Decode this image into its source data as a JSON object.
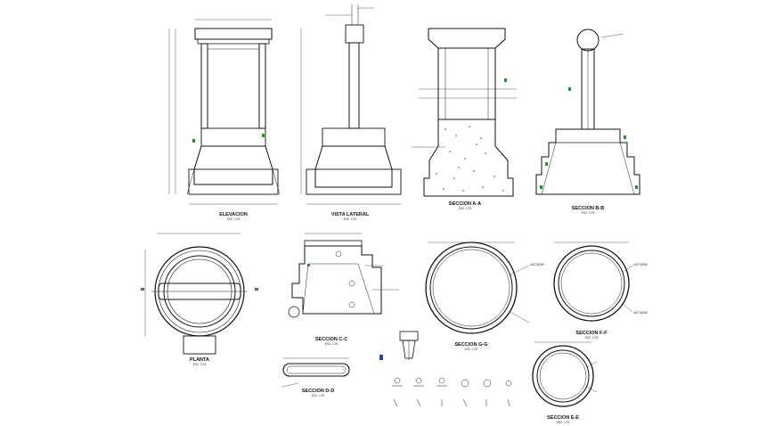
{
  "views": {
    "elevacion": {
      "title": "ELEVACION",
      "scale": "ESC. 1/75"
    },
    "vista_lateral": {
      "title": "VISTA LATERAL",
      "scale": "ESC. 1/75"
    },
    "seccion_aa": {
      "title": "SECCION A-A",
      "scale": "ESC. 1/75"
    },
    "seccion_bb": {
      "title": "SECCION B-B",
      "scale": "ESC. 1/75"
    },
    "planta": {
      "title": "PLANTA",
      "scale": "ESC. 1/75"
    },
    "seccion_cc": {
      "title": "SECCION C-C",
      "scale": "ESC. 1/75"
    },
    "seccion_gg": {
      "title": "SECCION G-G",
      "scale": "ESC. 1/75"
    },
    "seccion_ff": {
      "title": "SECCION F-F",
      "scale": "ESC. 1/75"
    },
    "seccion_dd": {
      "title": "SECCION D-D",
      "scale": "ESC. 1/75"
    },
    "seccion_ee": {
      "title": "SECCION E-E",
      "scale": "ESC. 1/75"
    }
  },
  "notes": {
    "rebar_g": "41/2\"@250",
    "rebar_f": "41/2\"@250",
    "rebar_f2": "41/2\"@250"
  },
  "colors": {
    "line": "#111111",
    "marker_green": "#2e8b2e",
    "marker_blue": "#2a3fbf"
  }
}
